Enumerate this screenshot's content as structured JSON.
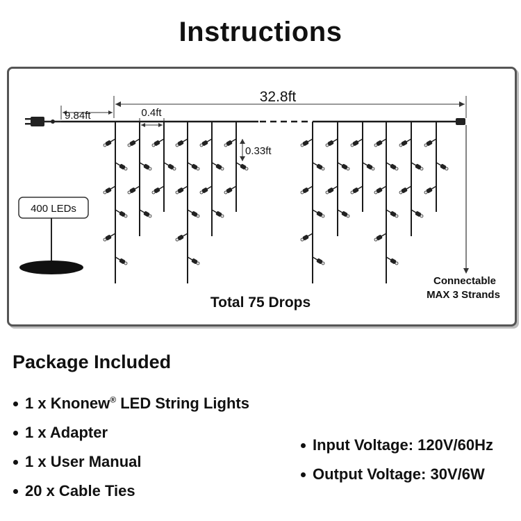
{
  "title": "Instructions",
  "diagram": {
    "total_length": "32.8ft",
    "lead_length": "9.84ft",
    "drop_spacing": "0.4ft",
    "led_spacing": "0.33ft",
    "led_count": "400 LEDs",
    "drops_caption": "Total 75 Drops",
    "connect_line1": "Connectable",
    "connect_line2": "MAX 3 Strands",
    "wire_color": "#1a1a1a"
  },
  "package": {
    "heading": "Package Included",
    "items": [
      {
        "qty": "1 x Knonew",
        "mark": "®",
        "rest": " LED String Lights"
      },
      {
        "text": "1 x Adapter"
      },
      {
        "text": "1 x User Manual"
      },
      {
        "text": "20 x Cable Ties"
      }
    ]
  },
  "specs": [
    {
      "text": "Input Voltage: 120V/60Hz"
    },
    {
      "text": "Output Voltage: 30V/6W"
    }
  ]
}
